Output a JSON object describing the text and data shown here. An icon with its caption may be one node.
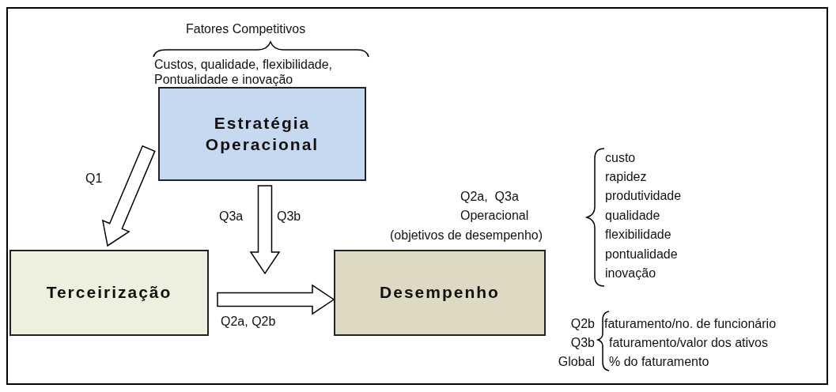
{
  "diagram": {
    "nodes": [
      {
        "text": [
          "Estratégia Operacional"
        ]
      },
      {
        "text": [
          "Terceirização"
        ]
      },
      {
        "text": [
          "Desempenho"
        ]
      }
    ],
    "edges": [
      {
        "from": 0,
        "to": 1,
        "arrow": "to",
        "label": "Q1"
      },
      {
        "from": 0,
        "to": null,
        "arrow": "to"
      },
      {
        "from": 1,
        "to": 2,
        "arrow": "to",
        "label": "Q2a, Q2b"
      }
    ],
    "labels": [
      "Fatores Competitivos",
      "Custos, qualidade, flexibilidade, Pontualidade e inovação",
      "Q3a",
      "Q3b",
      "Q2a,  Q3a",
      "Operacional",
      "(objetivos de desempenho)",
      "custo",
      "rapidez",
      "produtividade",
      "qualidade",
      "flexibilidade",
      "pontualidade",
      "inovação",
      "Q2b",
      "Q3b",
      "Global",
      "faturamento/no. de funcionário",
      "faturamento/valor dos ativos",
      "% do faturamento"
    ]
  }
}
